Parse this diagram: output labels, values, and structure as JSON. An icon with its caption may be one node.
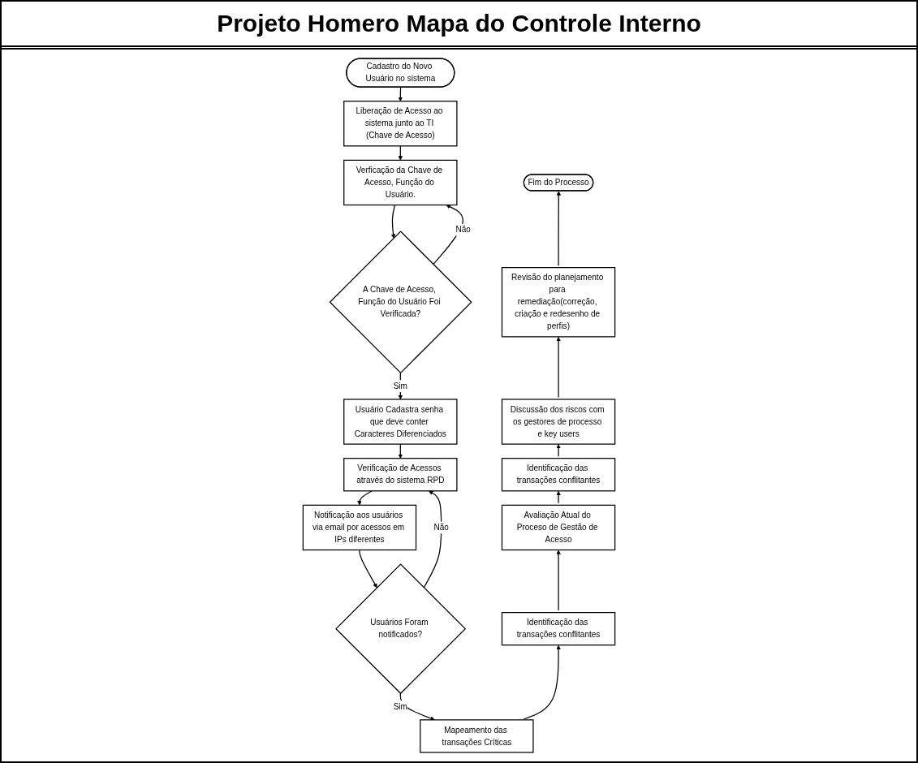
{
  "diagram": {
    "title": "Projeto Homero Mapa do Controle Interno",
    "nodes": [
      {
        "text": [
          "Cadastro do Novo Usuário no sistema"
        ]
      },
      {
        "text": [
          "Liberação de Acesso ao sistema junto ao TI (Chave de Acesso)"
        ]
      },
      {
        "text": [
          "Verficação da Chave de Acesso, Função do Usuário."
        ]
      },
      {
        "text": [
          "A Chave de Acesso, Função do Usuário Foi Verificada?"
        ]
      },
      {
        "text": [
          "Usuário Cadastra senha que deve conter Caracteres Diferenciados"
        ]
      },
      {
        "text": [
          "Verificação de Acessos através do sistema RPD"
        ]
      },
      {
        "text": [
          "Notificação aos usuários via email por acessos em IPs diferentes"
        ]
      },
      {
        "text": [
          "Usuários Foram notificados?"
        ]
      },
      {
        "text": [
          "Mapeamento das transações Críticas"
        ]
      },
      {
        "text": [
          "Identificação das transações conflitantes"
        ]
      },
      {
        "text": [
          "Avaliação Atual do Proceso de Gestão de Acesso"
        ]
      },
      {
        "text": [
          "Identificação das transações conflitantes"
        ]
      },
      {
        "text": [
          "Discussão dos riscos com os gestores de processo e key users"
        ]
      },
      {
        "text": [
          "Revisão do planejamento para remediação(correção, criação e redesenho de perfis)"
        ]
      },
      {
        "text": [
          "Fim do Processo"
        ]
      }
    ],
    "edges": [
      {
        "from": 0,
        "to": 1,
        "arrow": "to"
      },
      {
        "from": 1,
        "to": 2,
        "arrow": "to"
      },
      {
        "from": 2,
        "to": 3,
        "arrow": "to"
      },
      {
        "from": 3,
        "to": 2,
        "label": "Não",
        "arrow": "to"
      },
      {
        "from": 3,
        "to": 4,
        "label": "Sim",
        "arrow": "to"
      },
      {
        "from": 4,
        "to": 5,
        "arrow": "to"
      },
      {
        "from": 5,
        "to": 6,
        "arrow": "to"
      },
      {
        "from": 6,
        "to": 7,
        "arrow": "to"
      },
      {
        "from": 7,
        "to": 5,
        "label": "Não",
        "arrow": "to"
      },
      {
        "from": 7,
        "to": 8,
        "label": "Sim",
        "arrow": "to"
      },
      {
        "from": 8,
        "to": 9,
        "arrow": "to"
      },
      {
        "from": 9,
        "to": 10,
        "arrow": "to"
      },
      {
        "from": 10,
        "to": 11,
        "arrow": "to"
      },
      {
        "from": 11,
        "to": 12,
        "arrow": "to"
      },
      {
        "from": 12,
        "to": 13,
        "arrow": "to"
      },
      {
        "from": 13,
        "to": 14,
        "arrow": "to"
      }
    ]
  }
}
